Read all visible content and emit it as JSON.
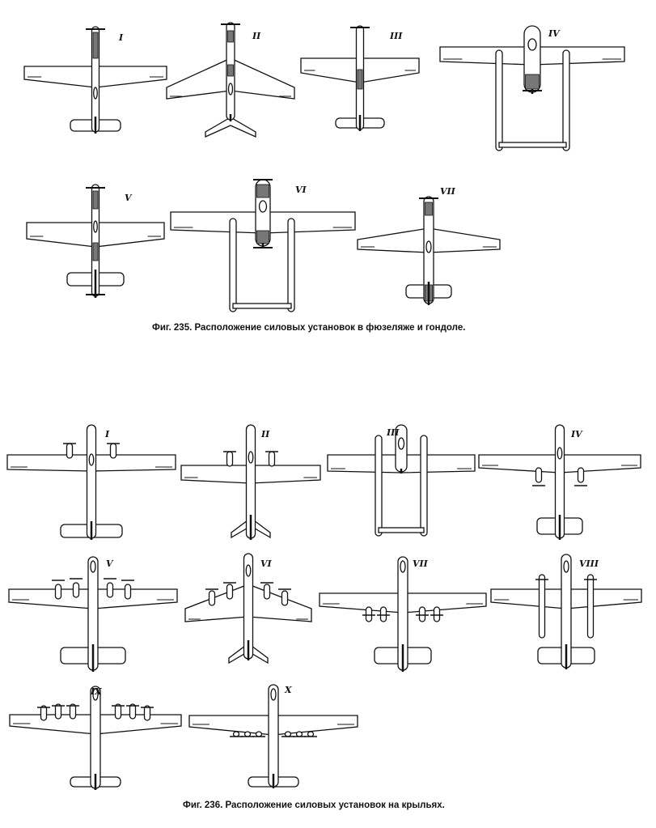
{
  "figure_235": {
    "caption": "Фиг. 235. Расположение силовых установок в фюзеляже и гондоле.",
    "variants": [
      "I",
      "II",
      "III",
      "IV",
      "V",
      "VI",
      "VII"
    ]
  },
  "figure_236": {
    "caption": "Фиг. 236. Расположение силовых установок на крыльях.",
    "variants": [
      "I",
      "II",
      "III",
      "IV",
      "V",
      "VI",
      "VII",
      "VIII",
      "IX",
      "X"
    ]
  },
  "colors": {
    "ink": "#111111",
    "hatch": "#777777",
    "paper": "#ffffff"
  }
}
